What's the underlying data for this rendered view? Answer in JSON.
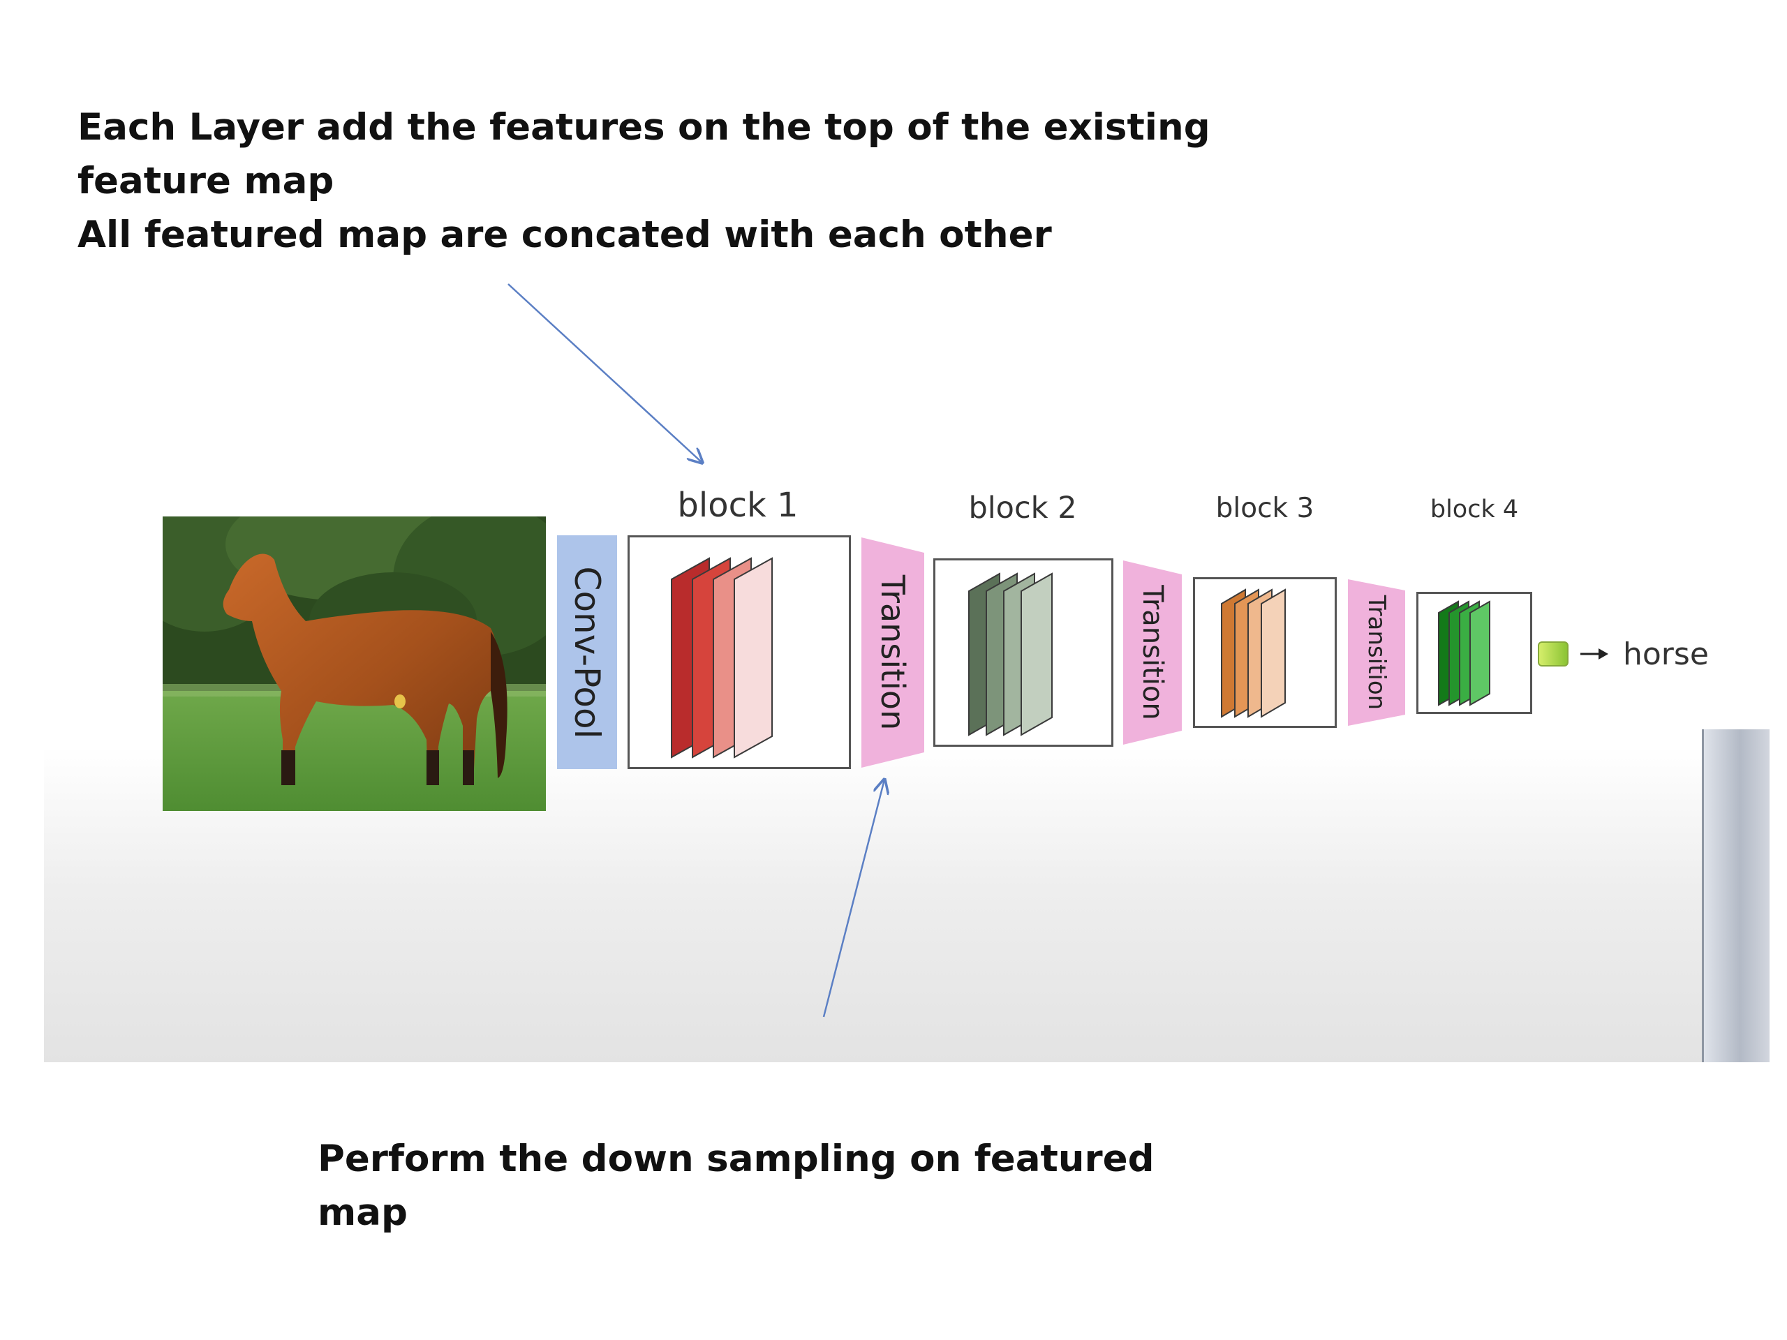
{
  "annotations": {
    "top": [
      "Each  Layer add the features on the top of the existing",
      "feature map",
      "All featured map are concated  with each other"
    ],
    "bottom": [
      "Perform the down sampling  on featured",
      "map"
    ]
  },
  "diagram": {
    "input_image": "horse photograph",
    "conv_pool_label": "Conv-Pool",
    "blocks": [
      {
        "label": "block 1",
        "colors": [
          "#b92c2c",
          "#d6443c",
          "#e99088",
          "#f7dcdc"
        ]
      },
      {
        "label": "block 2",
        "colors": [
          "#5b7158",
          "#7d947a",
          "#a2b59f",
          "#c2cfbf"
        ]
      },
      {
        "label": "block 3",
        "colors": [
          "#cf7933",
          "#e49656",
          "#efb88d",
          "#f4d2b8"
        ]
      },
      {
        "label": "block 4",
        "colors": [
          "#137a19",
          "#24952c",
          "#3aae43",
          "#5fc765"
        ]
      }
    ],
    "transition_label": "Transition",
    "transition_color": "#f0b2dc",
    "output_label": "horse"
  },
  "colors": {
    "arrow": "#5b7fc4",
    "conv_pool": "#adc4ea"
  }
}
